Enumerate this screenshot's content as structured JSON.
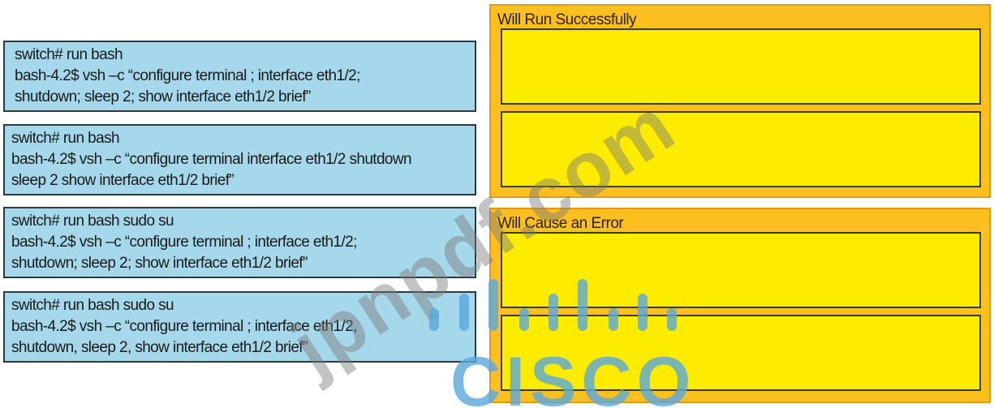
{
  "source_items": [
    {
      "lines": [
        "switch# run bash",
        "bash-4.2$ vsh –c “configure terminal ; interface eth1/2;",
        "shutdown; sleep 2; show interface eth1/2 brief”"
      ]
    },
    {
      "lines": [
        "switch# run bash",
        "bash-4.2$ vsh –c “configure terminal  interface eth1/2 shutdown",
        "sleep 2 show interface eth1/2 brief”"
      ]
    },
    {
      "lines": [
        "switch# run bash sudo su",
        "bash-4.2$ vsh –c “configure terminal ; interface eth1/2;",
        "shutdown; sleep 2; show interface eth1/2 brief”"
      ]
    },
    {
      "lines": [
        "switch# run bash sudo su",
        "bash-4.2$ vsh –c “configure terminal ; interface eth1/2,",
        "shutdown, sleep 2, show interface eth1/2 brief”"
      ]
    }
  ],
  "target_zones": [
    {
      "title": "Will Run Successfully",
      "slots": 2
    },
    {
      "title": "Will Cause an Error",
      "slots": 2
    }
  ],
  "watermark": {
    "text": "jpnpdf.com",
    "logo_text": "CISCO"
  },
  "colors": {
    "source_fill": "#a6d8eb",
    "source_border": "#2f3a40",
    "zone_fill": "#fbc020",
    "zone_border": "#e59a15",
    "slot_fill": "#fdec00",
    "slot_border": "#3c3a1c",
    "cisco_blue": "#5aa7dc"
  }
}
